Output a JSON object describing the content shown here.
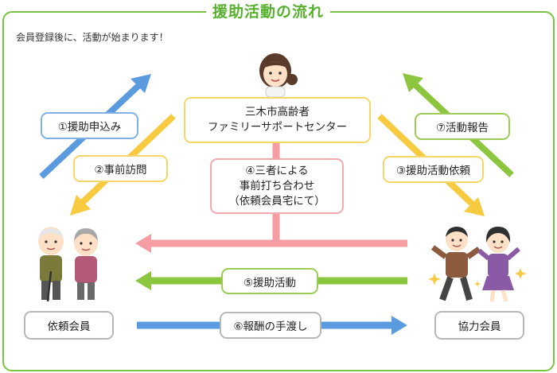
{
  "title": "援助活動の流れ",
  "intro": "会員登録後に、活動が始まります！",
  "center": {
    "line1": "三木市高齢者",
    "line2": "ファミリーサポートセンター"
  },
  "steps": {
    "s1": "①援助申込み",
    "s2": "②事前訪問",
    "s3": "③援助活動依頼",
    "s4": [
      "④三者による",
      "事前打ち合わせ",
      "（依頼会員宅にて）"
    ],
    "s5": "⑤援助活動",
    "s6": "⑥報酬の手渡し",
    "s7": "⑦活動報告"
  },
  "members": {
    "requester": "依頼会員",
    "helper": "協力会員"
  },
  "colors": {
    "title_green": "#57b12e",
    "frame_green": "#7cc242",
    "arrow_blue": "#5a9be0",
    "arrow_yellow": "#f7ca3f",
    "arrow_pink": "#f59da3",
    "arrow_green": "#8cc63f"
  },
  "icons": [
    "staff-woman-icon",
    "elderly-couple-icon",
    "helper-couple-icon"
  ]
}
